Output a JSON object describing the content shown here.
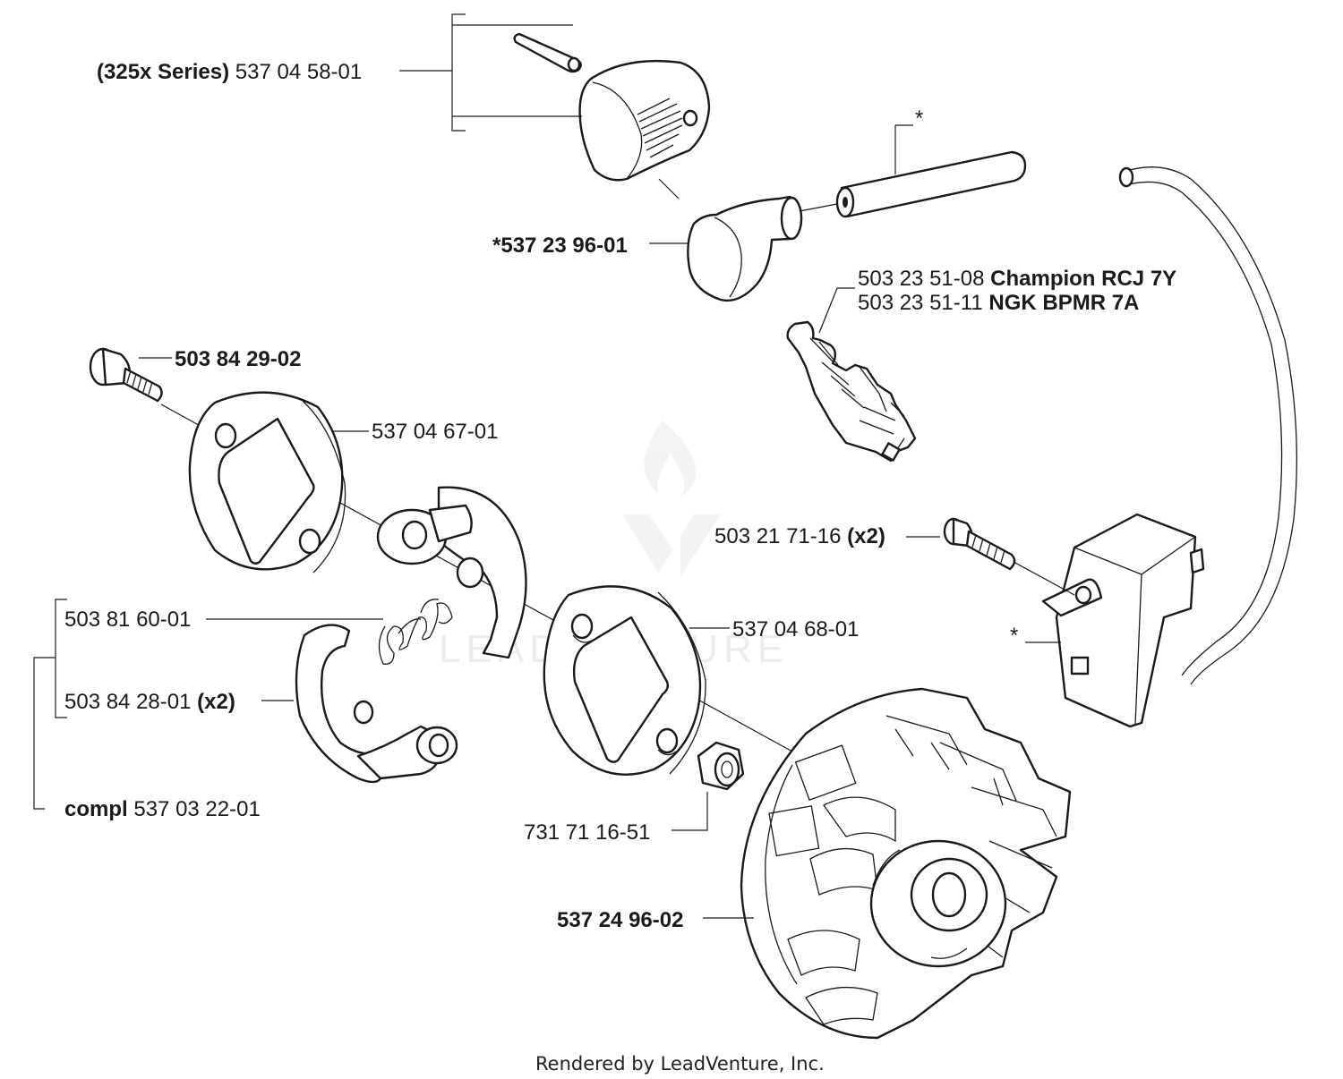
{
  "labels": {
    "cover_series": "(325x Series)",
    "cover_part": "537 04 58-01",
    "boot": "*537 23 96-01",
    "tube_mark": "*",
    "plug_a_part": "503 23 51-08",
    "plug_a_name": "Champion RCJ 7Y",
    "plug_b_part": "503 23 51-11",
    "plug_b_name": "NGK BPMR 7A",
    "screw_top": "503 84 29-02",
    "washer_plate_a": "537 04 67-01",
    "ignition_screw_part": "503 21 71-16",
    "ignition_screw_qty": "(x2)",
    "spring": "503 81 60-01",
    "washer_plate_b": "537 04 68-01",
    "module_mark": "*",
    "shoe_part": "503 84 28-01",
    "shoe_qty": "(x2)",
    "compl_prefix": "compl",
    "compl_part": "537 03 22-01",
    "nut": "731 71 16-51",
    "flywheel": "537 24 96-02"
  },
  "watermark": "LEADVENTURE",
  "footer": "Rendered by LeadVenture, Inc.",
  "colors": {
    "line": "#1a1a1a",
    "watermark": "#ececec"
  },
  "icons": [
    "spark-plug-icon",
    "flywheel-icon",
    "ignition-module-icon",
    "clutch-shoe-icon",
    "spring-icon"
  ]
}
